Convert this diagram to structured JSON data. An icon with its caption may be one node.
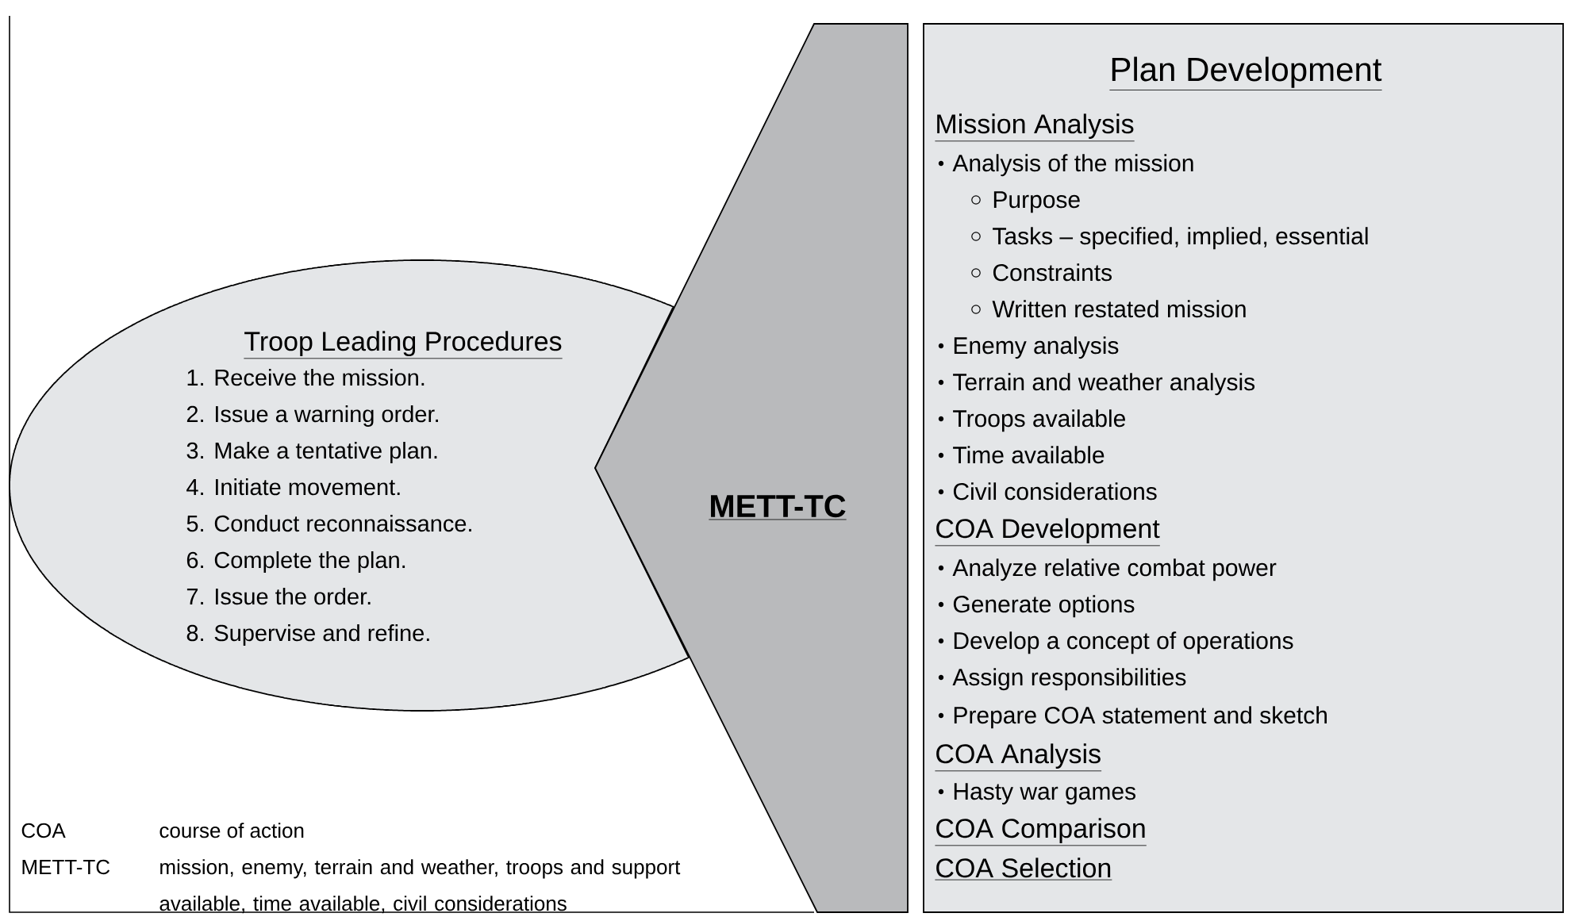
{
  "diagram": {
    "nodes": [
      {
        "text": [
          "Troop Leading Procedures",
          "1. Receive the mission.",
          "2. Issue a warning order.",
          "3. Make a tentative plan.",
          "4. Initiate movement.",
          "5. Conduct reconnaissance.",
          "6. Complete the plan.",
          "7. Issue the order.",
          "8. Supervise and refine."
        ]
      },
      {
        "text": [
          "METT-TC"
        ]
      },
      {
        "text": [
          "Plan Development",
          "Mission Analysis",
          "Analysis of the mission",
          "Purpose",
          "Tasks – specified, implied, essential",
          "Constraints",
          "Written restated mission",
          "Enemy analysis",
          "Terrain and weather analysis",
          "Troops available",
          "Time available",
          "Civil considerations",
          "COA Development",
          "Analyze relative combat power",
          "Generate options",
          "Develop a concept of operations",
          "Assign responsibilities",
          "Prepare COA statement and sketch",
          "COA Analysis",
          "Hasty war games",
          "COA Comparison",
          "COA Selection"
        ]
      }
    ],
    "labels": [
      "COA",
      "course of action",
      "METT-TC",
      "mission, enemy, terrain and weather, troops and support available, time available, civil considerations"
    ]
  }
}
